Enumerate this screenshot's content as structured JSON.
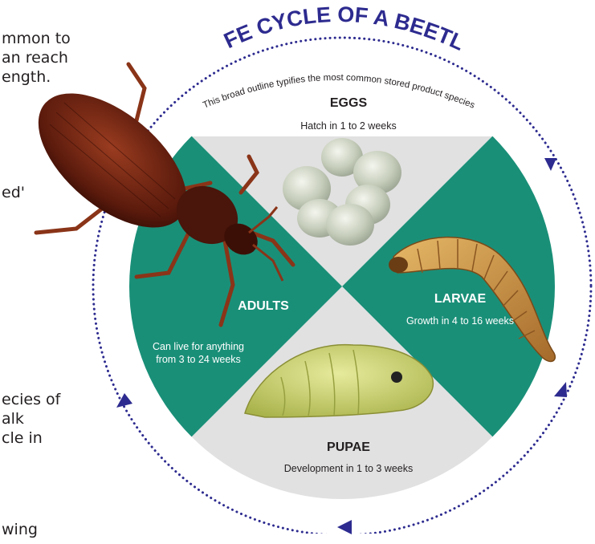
{
  "title": "LIFE CYCLE OF A BEETLE",
  "subtitle": "This broad outline typifies the most common stored product species",
  "stages": {
    "eggs": {
      "name": "EGGS",
      "desc": "Hatch in 1 to 2 weeks"
    },
    "larvae": {
      "name": "LARVAE",
      "desc": "Growth in 4 to 16 weeks"
    },
    "pupae": {
      "name": "PUPAE",
      "desc": "Development in 1 to 3 weeks"
    },
    "adults": {
      "name": "ADULTS",
      "desc_line1": "Can live for anything",
      "desc_line2": "from 3 to 24 weeks"
    }
  },
  "left_fragments": {
    "p1_l1": "mmon to",
    "p1_l2": "an reach",
    "p1_l3": "ength.",
    "p2_l1": "ed'",
    "p3_l1": "ecies of",
    "p3_l2": "alk",
    "p3_l3": "cle in",
    "p4_l1": "wing"
  },
  "colors": {
    "teal": "#1a8f78",
    "gray": "#e1e1e1",
    "navy": "#2d2b8f",
    "text": "#231f20"
  }
}
